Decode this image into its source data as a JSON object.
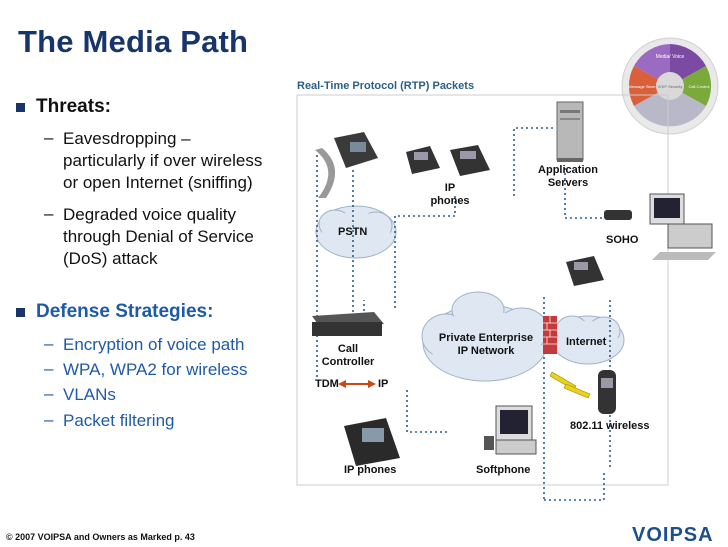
{
  "title": "The Media Path",
  "threats": {
    "heading": "Threats:",
    "items": [
      [
        "Eavesdropping –",
        "particularly if over wireless",
        "or open Internet (sniffing)"
      ],
      [
        "Degraded voice quality",
        "through Denial of Service",
        "(DoS) attack"
      ]
    ]
  },
  "defense": {
    "heading": "Defense Strategies:",
    "items": [
      "Encryption of voice path",
      "WPA, WPA2 for wireless",
      "VLANs",
      "Packet filtering"
    ]
  },
  "diagram": {
    "rtp_label": "Real-Time Protocol (RTP) Packets",
    "pstn": "PSTN",
    "call_controller": [
      "Call",
      "Controller"
    ],
    "tdm": "TDM",
    "ip": "IP",
    "ip_phones_top": [
      "IP",
      "phones"
    ],
    "app_servers": [
      "Application",
      "Servers"
    ],
    "soho": "SOHO",
    "private_network": [
      "Private Enterprise",
      "IP Network"
    ],
    "internet": "Internet",
    "wireless": "802.11 wireless",
    "ip_phones_bottom": "IP phones",
    "softphone": "Softphone"
  },
  "badge": {
    "top": "Media/ Voice",
    "left": "Message Store",
    "right": "Call Control",
    "center": "VOIP Security"
  },
  "footer": "© 2007 VOIPSA and Owners as Marked   p. 43",
  "logo": "VOIPSA",
  "colors": {
    "title": "#17356b",
    "defense": "#1f5aa6",
    "rtp_line": "#2b5f86"
  }
}
